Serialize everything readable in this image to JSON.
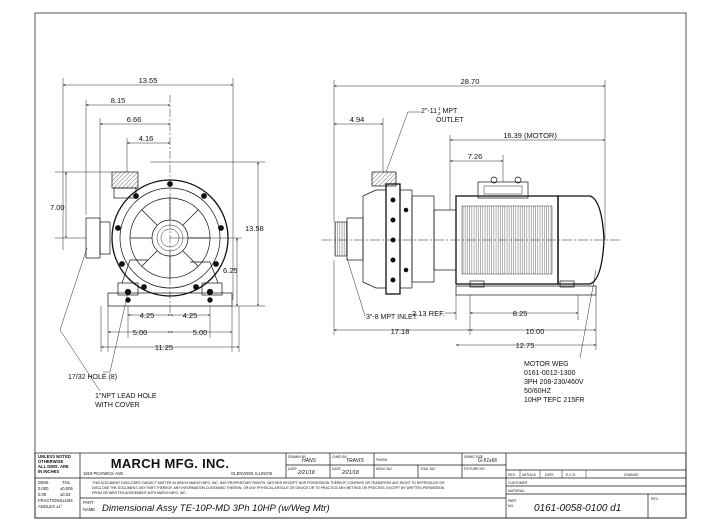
{
  "dimensions": {
    "left": {
      "overall_width": "13.55",
      "width_815": "8.15",
      "width_666": "6.66",
      "width_416": "4.16",
      "height_700": "7.00",
      "height_1358": "13.58",
      "height_625": "6.25",
      "base_425_left": "4.25",
      "base_425_right": "4.25",
      "base_500_left": "5.00",
      "base_500_right": "5.00",
      "base_1125": "11.25"
    },
    "right": {
      "overall_length": "28.70",
      "offset_494": "4.94",
      "motor_length": "16.39 (MOTOR)",
      "length_726": "7.26",
      "length_825": "8.25",
      "ref_213": "2.13 REF.",
      "length_1718": "17.18",
      "length_1000": "10.00",
      "length_1275": "12.75"
    }
  },
  "notes": {
    "outlet": "2\"-11",
    "outlet_frac_num": "1",
    "outlet_frac_den": "2",
    "outlet_mpt": "MPT",
    "outlet_label": "OUTLET",
    "inlet": "3\"-8 MPT INLET",
    "hole": "17/32 HOLE (8)",
    "lead_hole_1": "1\"NPT LEAD HOLE",
    "lead_hole_2": "WITH COVER",
    "motor": [
      "MOTOR WEG",
      "0161-0012-1300",
      "3PH 208-230/460V",
      "50/60HZ",
      "10HP TEFC 215FR"
    ]
  },
  "title_block": {
    "unless_noted": [
      "UNLESS NOTED",
      "OTHERWISE",
      "ALL DIMS. ARE",
      "IN INCHES"
    ],
    "tolerance_headers": [
      "DIMS.",
      "TOL."
    ],
    "tolerance_rows": [
      [
        "0.000",
        "±0.005"
      ],
      [
        "0.00",
        "±0.03"
      ]
    ],
    "fractions": "FRACTIONS±1/64",
    "angles": "ANGLES   ±1°",
    "company": "MARCH MFG. INC.",
    "address_street": "1819 PICKWICK AVE.",
    "address_city": "GLENVIEW, ILLINOIS",
    "drawn_by_label": "DRAWN BY",
    "drawn_by": "HANS",
    "drawn_date": "2/21/18",
    "chkd_by_label": "CHKD BY",
    "chkd_by": "TRAVIS",
    "chkd_date": "2/21/18",
    "date_label": "DATE",
    "finish_label": "FINISH",
    "drwg_size_label": "DRWG SIZE",
    "drwg_size": "G-51x66",
    "mold_label": "MOLD NO.",
    "tool_label": "TOOL NO.",
    "fixture_label": "FIXTURE NO.",
    "disclaimer_1": "THIS DOCUMENT DISCLOSES SUBJECT MATTER IN WHICH MARCH MFG. INC. HAS PROPRIETARY RIGHTS. NEITHER RECEIPT NOR POSSESSION THEREOF CONFERS OR TRANSFERS ANY RIGHT TO REPRODUCE OR",
    "disclaimer_2": "DISCLOSE THE DOCUMENT, ANY PART THEREOF, ANY INFORMATION CONTAINED THEREIN, OR ANY PHYSICAL ARTICLE OR DEVICE OR TO PRACTICE ANY METHOD OR PROCESS, EXCEPT BY WRITTEN PERMISSION",
    "disclaimer_3": "FROM OR WRITTEN AGREEMENT WITH MARCH MFG. INC.",
    "part_label": "PART",
    "name_label": "NAME",
    "part_name": "Dimensional Assy TE-10P-MD 3Ph 10HP (w/Weg Mtr)",
    "rev_headers": [
      "REV.",
      "INITIALS",
      "DATE",
      "E.C.O.",
      "CHANGE"
    ],
    "customer_label": "CUSTOMER",
    "material_label": "MATERIAL",
    "part_no_label_1": "PART",
    "part_no_label_2": "NO.",
    "part_no": "0161-0058-0100 d1",
    "rev_label": "REV."
  }
}
